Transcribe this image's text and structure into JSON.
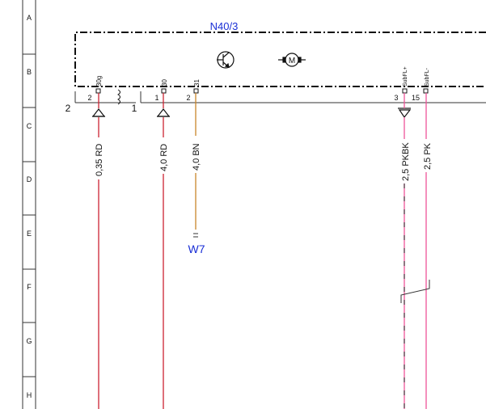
{
  "rows": [
    "A",
    "B",
    "C",
    "D",
    "E",
    "F",
    "G",
    "H"
  ],
  "component": {
    "label": "N40/3",
    "left_connector": "2",
    "right_connector": "1",
    "symbols": [
      "transistor-icon",
      "motor-icon"
    ],
    "motor_letter": "M"
  },
  "pins": [
    {
      "name": "30g",
      "number": "2"
    },
    {
      "name": "30",
      "number": "1"
    },
    {
      "name": "31",
      "number": "2"
    },
    {
      "name": "SubFL+",
      "number": "3"
    },
    {
      "name": "SubFL-",
      "number": "15"
    }
  ],
  "wires": [
    {
      "label": "0,35 RD",
      "color": "#cc2233"
    },
    {
      "label": "4,0 RD",
      "color": "#cc2233"
    },
    {
      "label": "4,0 BN",
      "color": "#c8862a"
    },
    {
      "label": "2,5 PKBK",
      "color": "#ee5599"
    },
    {
      "label": "2,5 PK",
      "color": "#ee5599"
    }
  ],
  "ground_ref": "W7",
  "colors": {
    "label_blue": "#1a2fd6",
    "line": "#333333"
  }
}
